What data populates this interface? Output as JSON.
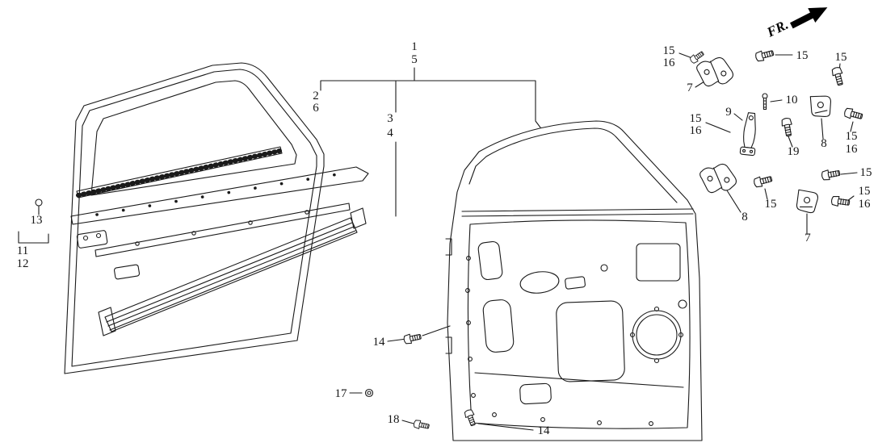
{
  "colors": {
    "ink": "#1a1a1a",
    "background": "#ffffff"
  },
  "fr_indicator": {
    "label": "FR.",
    "arrow": "up-right-solid-arrow"
  },
  "callouts": {
    "c1": "1",
    "c5": "5",
    "c2": "2",
    "c6": "6",
    "c3": "3",
    "c4": "4",
    "c13": "13",
    "c11": "11",
    "c12": "12",
    "c14_left": "14",
    "c17": "17",
    "c18": "18",
    "c14_bottom": "14",
    "c15_a": "15",
    "c16_a": "16",
    "c7_a": "7",
    "c15_b": "15",
    "c15_c": "15",
    "c10": "10",
    "c9": "9",
    "c15_d": "15",
    "c16_b": "16",
    "c8_a": "8",
    "c15_e": "15",
    "c16_c": "16",
    "c19": "19",
    "c15_f": "15",
    "c15_g": "15",
    "c16_d": "16",
    "c8_b": "8",
    "c15_h": "15",
    "c7_b": "7"
  }
}
